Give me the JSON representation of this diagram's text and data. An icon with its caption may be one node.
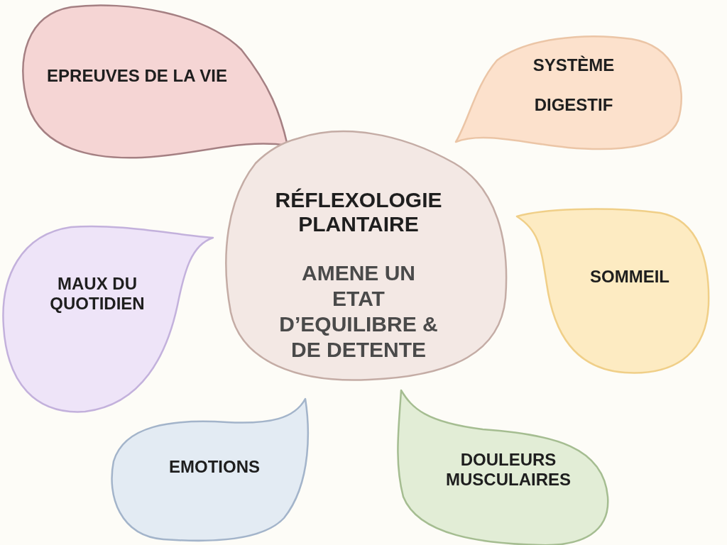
{
  "diagram": {
    "nodes": [
      {
        "text": [
          "RÉFLEXOLOGIE PLANTAIRE",
          "AMENE UN ETAT D’EQUILIBRE & DE DETENTE"
        ]
      },
      {
        "text": [
          "EPREUVES DE LA VIE"
        ]
      },
      {
        "text": [
          "SYSTÈME DIGESTIF"
        ]
      },
      {
        "text": [
          "MAUX DU QUOTIDIEN"
        ]
      },
      {
        "text": [
          "SOMMEIL"
        ]
      },
      {
        "text": [
          "EMOTIONS"
        ]
      },
      {
        "text": [
          "DOULEURS MUSCULAIRES"
        ]
      }
    ]
  }
}
